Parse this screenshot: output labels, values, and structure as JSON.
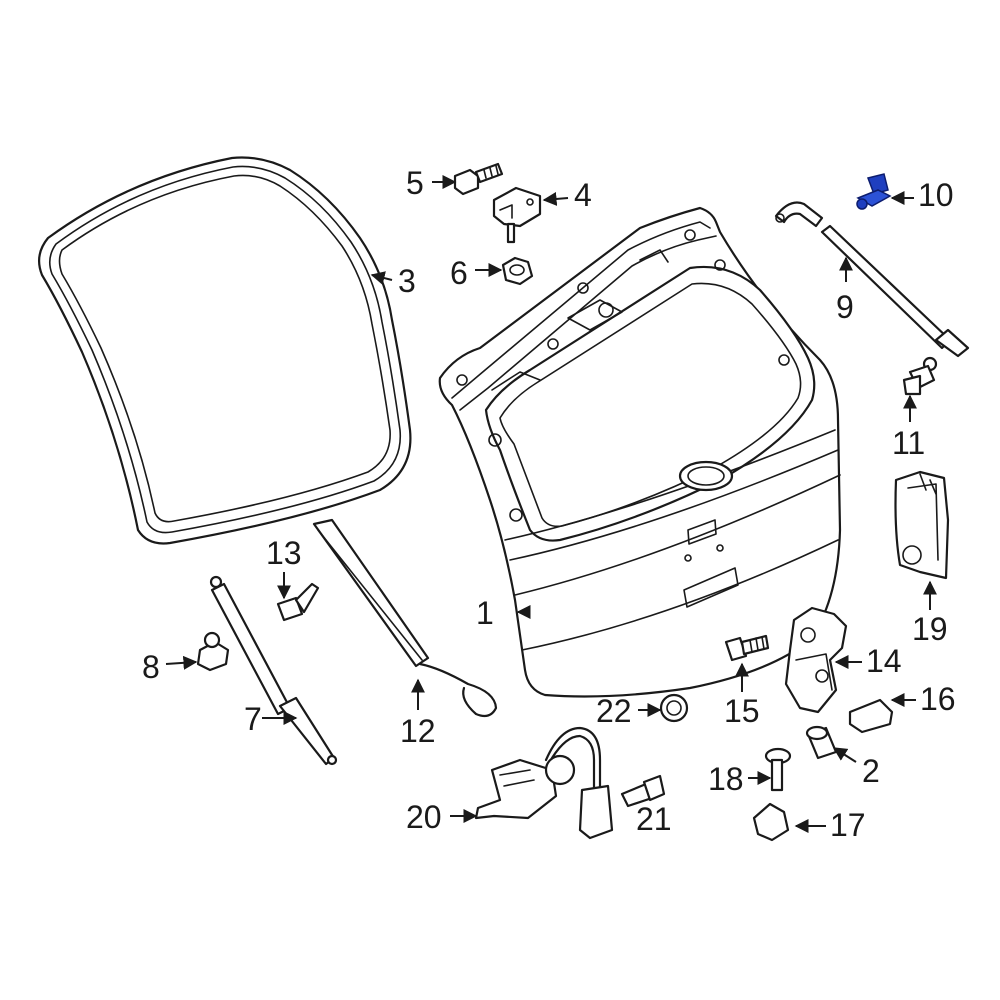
{
  "accent_color": "#1f3fbf",
  "callouts": [
    {
      "id": "c1",
      "label": "1"
    },
    {
      "id": "c2",
      "label": "2"
    },
    {
      "id": "c3",
      "label": "3"
    },
    {
      "id": "c4",
      "label": "4"
    },
    {
      "id": "c5",
      "label": "5"
    },
    {
      "id": "c6",
      "label": "6"
    },
    {
      "id": "c7",
      "label": "7"
    },
    {
      "id": "c8",
      "label": "8"
    },
    {
      "id": "c9",
      "label": "9"
    },
    {
      "id": "c10",
      "label": "10",
      "highlighted": true
    },
    {
      "id": "c11",
      "label": "11"
    },
    {
      "id": "c12",
      "label": "12"
    },
    {
      "id": "c13",
      "label": "13"
    },
    {
      "id": "c14",
      "label": "14"
    },
    {
      "id": "c15",
      "label": "15"
    },
    {
      "id": "c16",
      "label": "16"
    },
    {
      "id": "c17",
      "label": "17"
    },
    {
      "id": "c18",
      "label": "18"
    },
    {
      "id": "c19",
      "label": "19"
    },
    {
      "id": "c20",
      "label": "20"
    },
    {
      "id": "c21",
      "label": "21"
    },
    {
      "id": "c22",
      "label": "22"
    }
  ]
}
